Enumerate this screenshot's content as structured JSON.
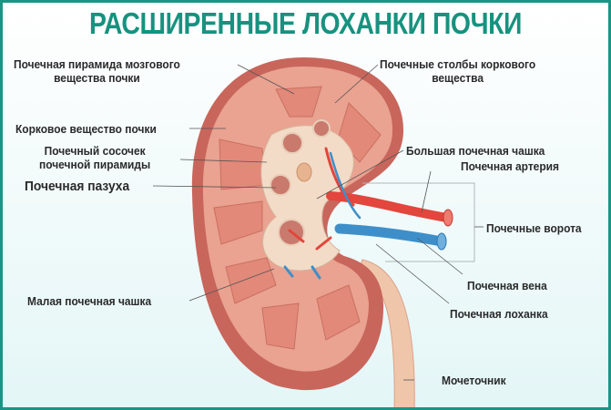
{
  "title": "РАСШИРЕННЫЕ ЛОХАНКИ ПОЧКИ",
  "colors": {
    "border": "#1a9585",
    "title": "#17927f",
    "label_text": "#2a2a2a",
    "kidney_capsule": "#c8665c",
    "cortex": "#eaa291",
    "pyramid": "#e2897a",
    "sinus": "#f3dcc7",
    "artery": "#e2463c",
    "vein": "#3e8fc9",
    "ureter": "#f0c6aa"
  },
  "labels": {
    "pyramid": [
      "Почечная пирамида мозгового",
      "вещества почки"
    ],
    "columns": [
      "Почечные столбы коркового",
      "вещества"
    ],
    "cortex": "Корковое вещество почки",
    "papilla": [
      "Почечный сосочек",
      "почечной пирамиды"
    ],
    "sinus": "Почечная пазуха",
    "major_calyx": "Большая почечная чашка",
    "artery": "Почечная артерия",
    "hilum": "Почечные ворота",
    "vein": "Почечная вена",
    "pelvis": "Почечная лоханка",
    "minor_calyx": "Малая почечная чашка",
    "ureter": "Мочеточник"
  }
}
